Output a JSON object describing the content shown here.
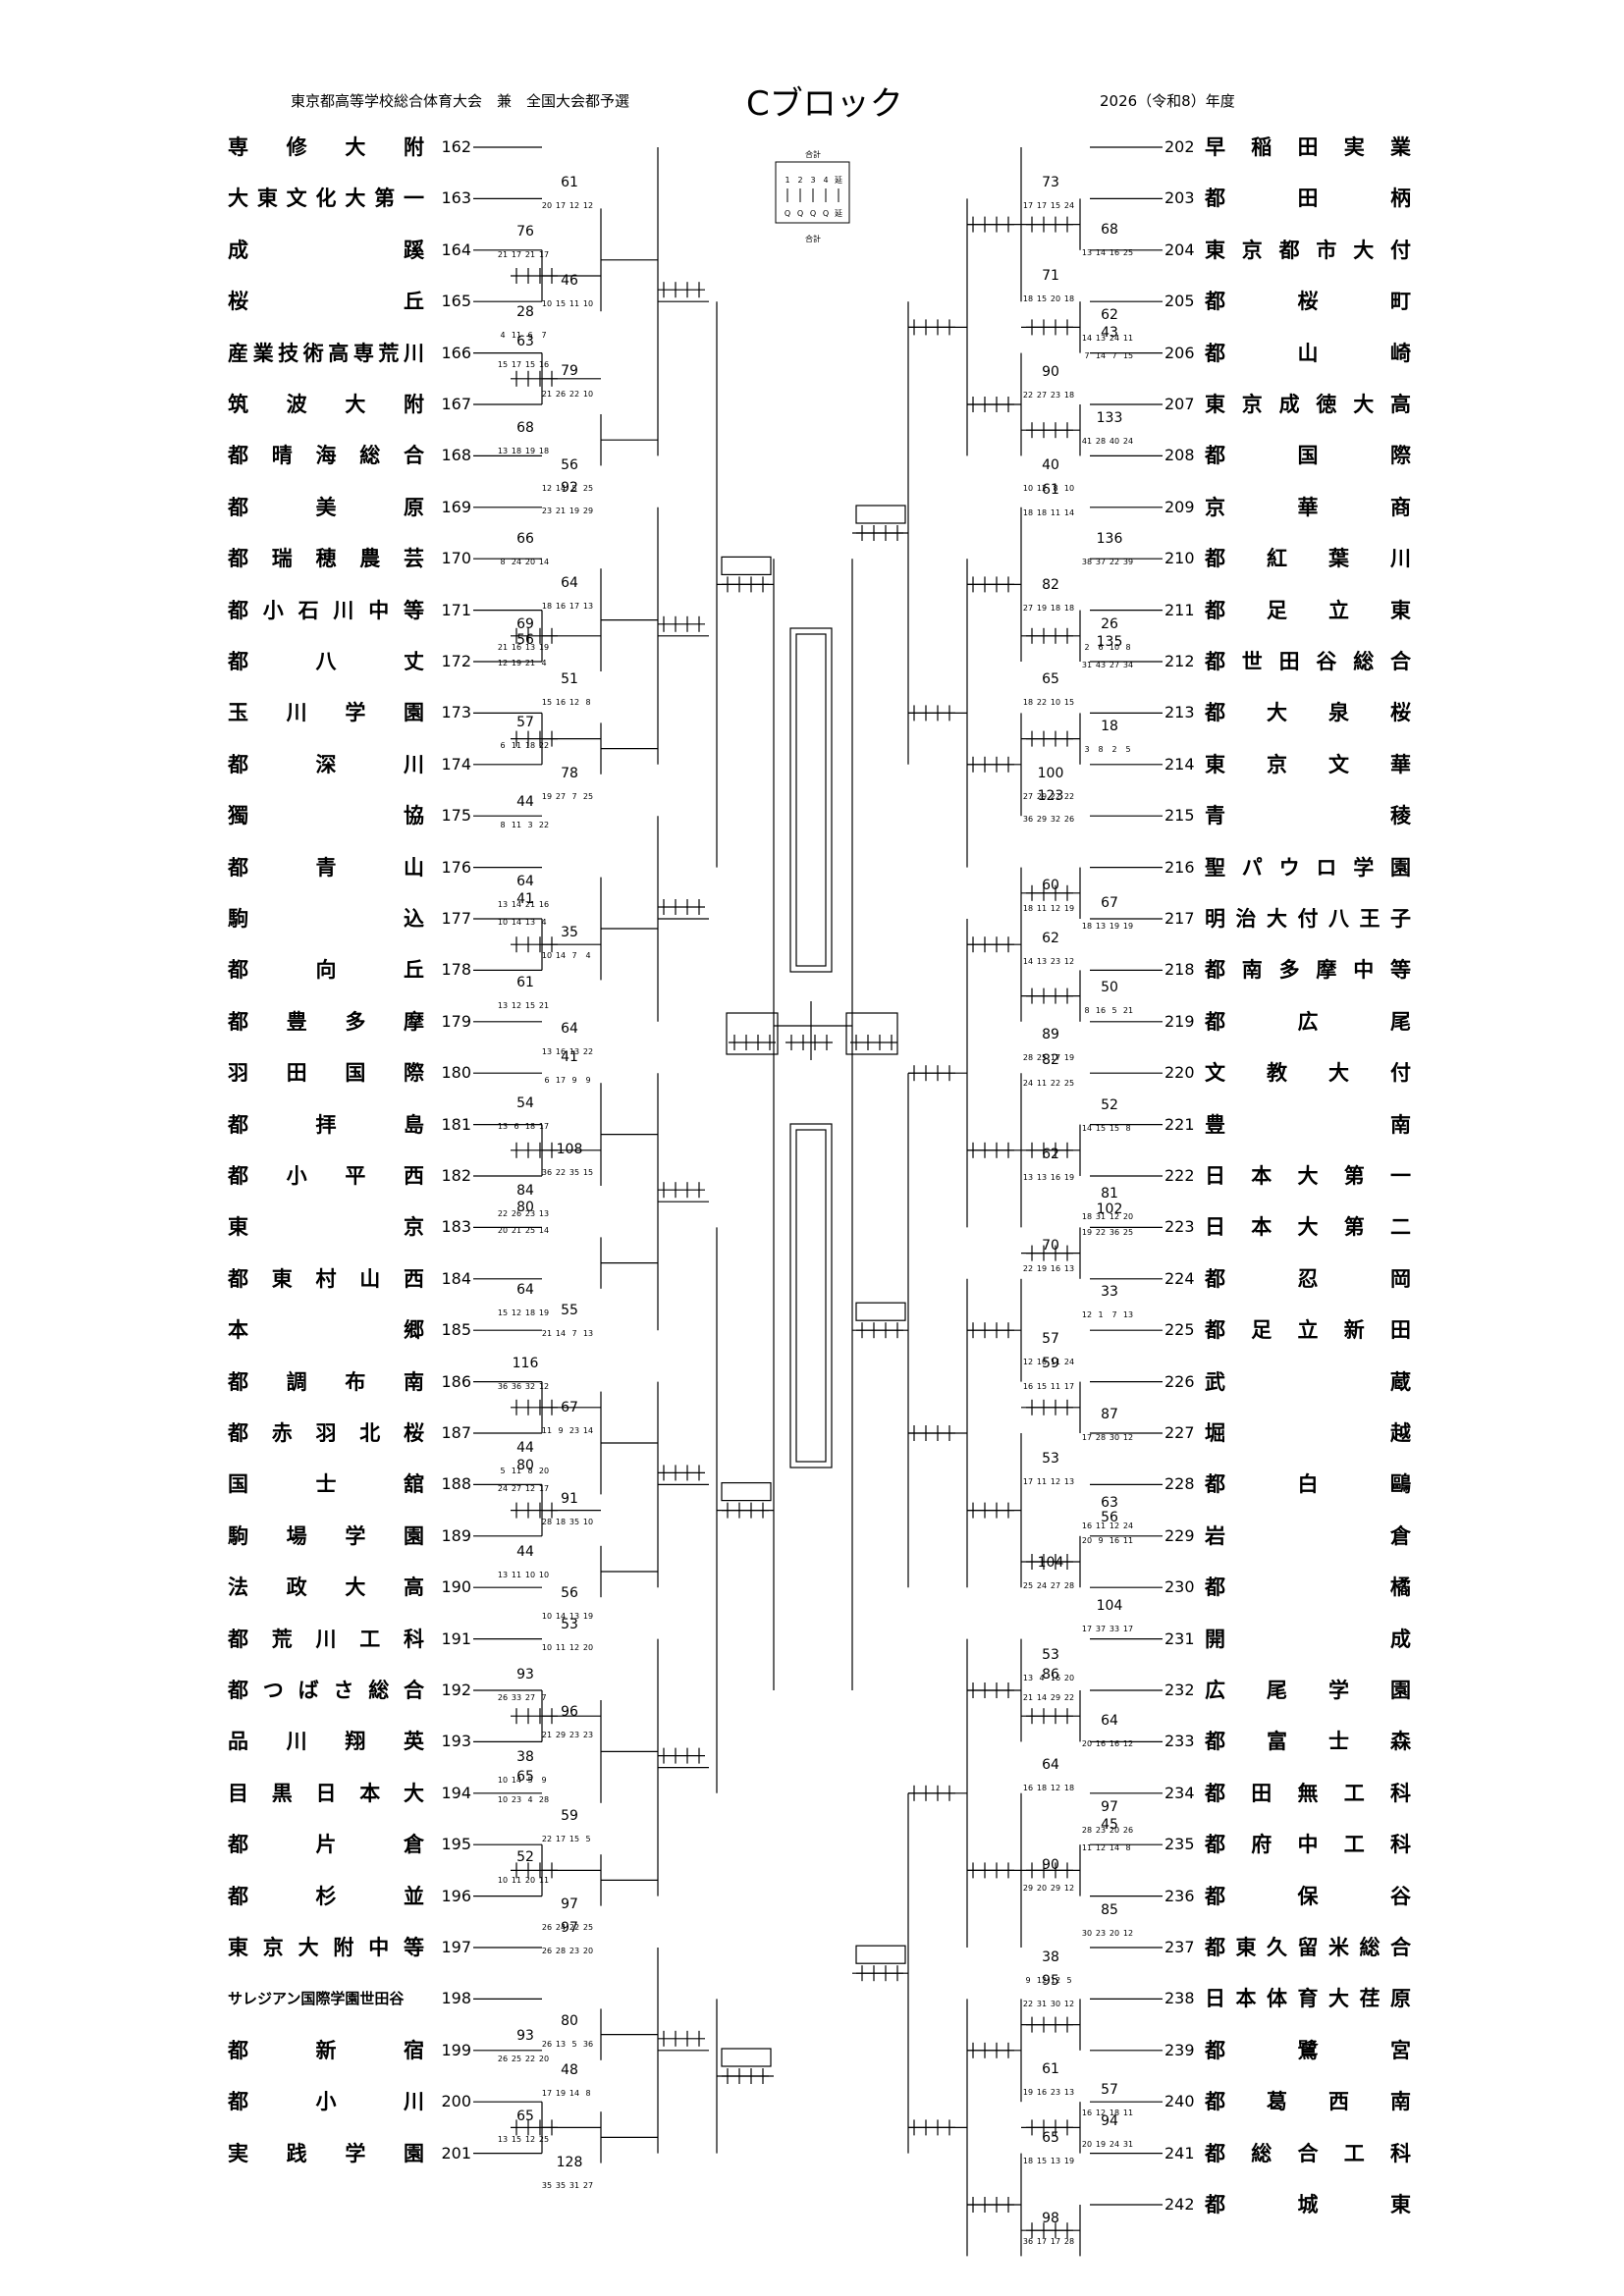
{
  "header": {
    "left": "東京都高等学校総合体育大会　兼　全国大会都予選",
    "title": "Cブロック",
    "right": "2026（令和8）年度"
  },
  "legend": {
    "top": "合計",
    "cols": [
      "1",
      "2",
      "3",
      "4",
      "延"
    ],
    "rows": [
      "Q",
      "Q",
      "Q",
      "Q",
      "延"
    ],
    "bottom": "合計"
  },
  "left_teams": [
    {
      "name": "専修大附",
      "no": "162"
    },
    {
      "name": "大東文化大第一",
      "no": "163"
    },
    {
      "name": "成蹊",
      "no": "164"
    },
    {
      "name": "桜丘",
      "no": "165"
    },
    {
      "name": "産業技術高専荒川",
      "no": "166"
    },
    {
      "name": "筑波大附",
      "no": "167"
    },
    {
      "name": "都晴海総合",
      "no": "168"
    },
    {
      "name": "都美原",
      "no": "169"
    },
    {
      "name": "都瑞穂農芸",
      "no": "170"
    },
    {
      "name": "都小石川中等",
      "no": "171"
    },
    {
      "name": "都八丈",
      "no": "172"
    },
    {
      "name": "玉川学園",
      "no": "173"
    },
    {
      "name": "都深川",
      "no": "174"
    },
    {
      "name": "獨協",
      "no": "175"
    },
    {
      "name": "都青山",
      "no": "176"
    },
    {
      "name": "駒込",
      "no": "177"
    },
    {
      "name": "都向丘",
      "no": "178"
    },
    {
      "name": "都豊多摩",
      "no": "179"
    },
    {
      "name": "羽田国際",
      "no": "180"
    },
    {
      "name": "都拝島",
      "no": "181"
    },
    {
      "name": "都小平西",
      "no": "182"
    },
    {
      "name": "東京",
      "no": "183"
    },
    {
      "name": "都東村山西",
      "no": "184"
    },
    {
      "name": "本郷",
      "no": "185"
    },
    {
      "name": "都調布南",
      "no": "186"
    },
    {
      "name": "都赤羽北桜",
      "no": "187"
    },
    {
      "name": "国士舘",
      "no": "188"
    },
    {
      "name": "駒場学園",
      "no": "189"
    },
    {
      "name": "法政大高",
      "no": "190"
    },
    {
      "name": "都荒川工科",
      "no": "191"
    },
    {
      "name": "都つばさ総合",
      "no": "192"
    },
    {
      "name": "品川翔英",
      "no": "193"
    },
    {
      "name": "目黒日本大",
      "no": "194"
    },
    {
      "name": "都片倉",
      "no": "195"
    },
    {
      "name": "都杉並",
      "no": "196"
    },
    {
      "name": "東京大附中等",
      "no": "197"
    },
    {
      "name": "サレジアン国際学園世田谷",
      "no": "198"
    },
    {
      "name": "都新宿",
      "no": "199"
    },
    {
      "name": "都小川",
      "no": "200"
    },
    {
      "name": "実践学園",
      "no": "201"
    }
  ],
  "right_teams": [
    {
      "name": "早稲田実業",
      "no": "202"
    },
    {
      "name": "都田柄",
      "no": "203"
    },
    {
      "name": "東京都市大付",
      "no": "204"
    },
    {
      "name": "都桜町",
      "no": "205"
    },
    {
      "name": "都山崎",
      "no": "206"
    },
    {
      "name": "東京成徳大高",
      "no": "207"
    },
    {
      "name": "都国際",
      "no": "208"
    },
    {
      "name": "京華商",
      "no": "209"
    },
    {
      "name": "都紅葉川",
      "no": "210"
    },
    {
      "name": "都足立東",
      "no": "211"
    },
    {
      "name": "都世田谷総合",
      "no": "212"
    },
    {
      "name": "都大泉桜",
      "no": "213"
    },
    {
      "name": "東京文華",
      "no": "214"
    },
    {
      "name": "青稜",
      "no": "215"
    },
    {
      "name": "聖パウロ学園",
      "no": "216"
    },
    {
      "name": "明治大付八王子",
      "no": "217"
    },
    {
      "name": "都南多摩中等",
      "no": "218"
    },
    {
      "name": "都広尾",
      "no": "219"
    },
    {
      "name": "文教大付",
      "no": "220"
    },
    {
      "name": "豊南",
      "no": "221"
    },
    {
      "name": "日本大第一",
      "no": "222"
    },
    {
      "name": "日本大第二",
      "no": "223"
    },
    {
      "name": "都忍岡",
      "no": "224"
    },
    {
      "name": "都足立新田",
      "no": "225"
    },
    {
      "name": "武蔵",
      "no": "226"
    },
    {
      "name": "堀越",
      "no": "227"
    },
    {
      "name": "都白鷗",
      "no": "228"
    },
    {
      "name": "岩倉",
      "no": "229"
    },
    {
      "name": "都橘",
      "no": "230"
    },
    {
      "name": "開成",
      "no": "231"
    },
    {
      "name": "広尾学園",
      "no": "232"
    },
    {
      "name": "都富士森",
      "no": "233"
    },
    {
      "name": "都田無工科",
      "no": "234"
    },
    {
      "name": "都府中工科",
      "no": "235"
    },
    {
      "name": "都保谷",
      "no": "236"
    },
    {
      "name": "都東久留米総合",
      "no": "237"
    },
    {
      "name": "日本体育大荏原",
      "no": "238"
    },
    {
      "name": "都鷺宮",
      "no": "239"
    },
    {
      "name": "都葛西南",
      "no": "240"
    },
    {
      "name": "都総合工科",
      "no": "241"
    },
    {
      "name": "都城東",
      "no": "242"
    }
  ],
  "left_scores": [
    {
      "rank": 2,
      "score": "61",
      "q": [
        "20",
        "17",
        "12",
        "12"
      ],
      "winner": 2
    },
    {
      "rank": 3,
      "score": "76",
      "q": [
        "21",
        "17",
        "21",
        "17"
      ],
      "winner": 2
    },
    {
      "rank": 3,
      "score": "28",
      "q": [
        "4",
        "11",
        "6",
        "7"
      ],
      "winner": 0
    },
    {
      "rank": 2,
      "score": "46",
      "q": [
        "10",
        "15",
        "11",
        "10"
      ],
      "winner": 0
    },
    {
      "rank": 2,
      "score": "63",
      "q": [
        "15",
        "17",
        "15",
        "16"
      ],
      "winner": 0
    },
    {
      "rank": 3,
      "score": "68",
      "q": [
        "13",
        "18",
        "19",
        "18"
      ],
      "winner": 0
    },
    {
      "rank": 2,
      "score": "79",
      "q": [
        "21",
        "26",
        "22",
        "10"
      ],
      "winner": 6
    },
    {
      "rank": 2,
      "score": "56",
      "q": [
        "12",
        "14",
        "5",
        "25"
      ],
      "winner": 0
    },
    {
      "rank": 2,
      "score": "92",
      "q": [
        "23",
        "21",
        "19",
        "29"
      ],
      "winner": 8
    },
    {
      "rank": 3,
      "score": "66",
      "q": [
        "8",
        "24",
        "20",
        "14"
      ],
      "winner": 9
    },
    {
      "rank": 3,
      "score": "69",
      "q": [
        "21",
        "16",
        "13",
        "19"
      ],
      "winner": 10
    },
    {
      "rank": 2,
      "score": "64",
      "q": [
        "18",
        "16",
        "17",
        "13"
      ],
      "winner": 0
    },
    {
      "rank": 3,
      "score": "56",
      "q": [
        "12",
        "19",
        "21",
        "4"
      ],
      "winner": 12
    },
    {
      "rank": 3,
      "score": "57",
      "q": [
        "6",
        "11",
        "18",
        "22"
      ],
      "winner": 12
    },
    {
      "rank": 2,
      "score": "51",
      "q": [
        "15",
        "16",
        "12",
        "8"
      ],
      "winner": 0
    },
    {
      "rank": 2,
      "score": "78",
      "q": [
        "19",
        "27",
        "7",
        "25"
      ],
      "winner": 13
    },
    {
      "rank": 3,
      "score": "44",
      "q": [
        "8",
        "11",
        "3",
        "22"
      ],
      "winner": 0
    },
    {
      "rank": 3,
      "score": "64",
      "q": [
        "13",
        "14",
        "21",
        "16"
      ],
      "winner": 15
    },
    {
      "rank": 3,
      "score": "41",
      "q": [
        "10",
        "14",
        "13",
        "4"
      ],
      "winner": 0
    },
    {
      "rank": 3,
      "score": "61",
      "q": [
        "13",
        "12",
        "15",
        "21"
      ],
      "winner": 17
    },
    {
      "rank": 2,
      "score": "35",
      "q": [
        "10",
        "14",
        "7",
        "4"
      ],
      "winner": 0
    },
    {
      "rank": 2,
      "score": "64",
      "q": [
        "13",
        "16",
        "13",
        "22"
      ],
      "winner": 18
    },
    {
      "rank": 2,
      "score": "41",
      "q": [
        "6",
        "17",
        "9",
        "9"
      ],
      "winner": 0
    },
    {
      "rank": 3,
      "score": "54",
      "q": [
        "13",
        "6",
        "18",
        "17"
      ],
      "winner": 0
    },
    {
      "rank": 3,
      "score": "84",
      "q": [
        "22",
        "26",
        "23",
        "13"
      ],
      "winner": 21
    },
    {
      "rank": 2,
      "score": "108",
      "q": [
        "36",
        "22",
        "35",
        "15"
      ],
      "winner": 21
    },
    {
      "rank": 3,
      "score": "80",
      "q": [
        "20",
        "21",
        "25",
        "14"
      ],
      "winner": 22
    },
    {
      "rank": 3,
      "score": "64",
      "q": [
        "15",
        "12",
        "18",
        "19"
      ],
      "winner": 0
    },
    {
      "rank": 2,
      "score": "55",
      "q": [
        "21",
        "14",
        "7",
        "13"
      ],
      "winner": 0
    },
    {
      "rank": 3,
      "score": "116",
      "q": [
        "36",
        "36",
        "32",
        "12"
      ],
      "winner": 25
    },
    {
      "rank": 3,
      "score": "44",
      "q": [
        "5",
        "11",
        "8",
        "20"
      ],
      "winner": 0
    },
    {
      "rank": 2,
      "score": "67",
      "q": [
        "11",
        "9",
        "23",
        "14"
      ],
      "winner": 25
    },
    {
      "rank": 3,
      "score": "80",
      "q": [
        "24",
        "27",
        "12",
        "17"
      ],
      "winner": 0
    },
    {
      "rank": 3,
      "score": "44",
      "q": [
        "13",
        "11",
        "10",
        "10"
      ],
      "winner": 28
    },
    {
      "rank": 2,
      "score": "91",
      "q": [
        "28",
        "18",
        "35",
        "10"
      ],
      "winner": 28
    },
    {
      "rank": 2,
      "score": "56",
      "q": [
        "10",
        "14",
        "13",
        "19"
      ],
      "winner": 0
    },
    {
      "rank": 2,
      "score": "53",
      "q": [
        "10",
        "11",
        "12",
        "20"
      ],
      "winner": 0
    },
    {
      "rank": 3,
      "score": "93",
      "q": [
        "26",
        "33",
        "27",
        "7"
      ],
      "winner": 31
    },
    {
      "rank": 3,
      "score": "38",
      "q": [
        "10",
        "14",
        "5",
        "9"
      ],
      "winner": 0
    },
    {
      "rank": 2,
      "score": "96",
      "q": [
        "21",
        "29",
        "23",
        "23"
      ],
      "winner": 31
    },
    {
      "rank": 3,
      "score": "65",
      "q": [
        "10",
        "23",
        "4",
        "28"
      ],
      "winner": 0
    },
    {
      "rank": 3,
      "score": "52",
      "q": [
        "10",
        "11",
        "20",
        "11"
      ],
      "winner": 0
    },
    {
      "rank": 2,
      "score": "59",
      "q": [
        "22",
        "17",
        "15",
        "5"
      ],
      "winner": 0
    },
    {
      "rank": 2,
      "score": "97",
      "q": [
        "26",
        "24",
        "22",
        "25"
      ],
      "winner": 35
    },
    {
      "rank": 2,
      "score": "97",
      "q": [
        "26",
        "28",
        "23",
        "20"
      ],
      "winner": 36
    },
    {
      "rank": 2,
      "score": "80",
      "q": [
        "26",
        "13",
        "5",
        "36"
      ],
      "winner": 0
    },
    {
      "rank": 3,
      "score": "93",
      "q": [
        "26",
        "25",
        "22",
        "20"
      ],
      "winner": 38
    },
    {
      "rank": 3,
      "score": "65",
      "q": [
        "13",
        "15",
        "12",
        "25"
      ],
      "winner": 0
    },
    {
      "rank": 2,
      "score": "48",
      "q": [
        "17",
        "19",
        "14",
        "8"
      ],
      "winner": 0
    },
    {
      "rank": 2,
      "score": "128",
      "q": [
        "35",
        "35",
        "31",
        "27"
      ],
      "winner": 40
    }
  ],
  "right_scores": [
    {
      "score": "73",
      "q": [
        "17",
        "17",
        "15",
        "24"
      ]
    },
    {
      "score": "71",
      "q": [
        "18",
        "15",
        "20",
        "18"
      ]
    },
    {
      "score": "68",
      "q": [
        "13",
        "14",
        "16",
        "25"
      ]
    },
    {
      "score": "62",
      "q": [
        "14",
        "13",
        "24",
        "11"
      ]
    },
    {
      "score": "43",
      "q": [
        "7",
        "14",
        "7",
        "15"
      ]
    },
    {
      "score": "133",
      "q": [
        "41",
        "28",
        "40",
        "24"
      ]
    },
    {
      "score": "90",
      "q": [
        "22",
        "27",
        "23",
        "18"
      ]
    },
    {
      "score": "40",
      "q": [
        "10",
        "12",
        "8",
        "10"
      ]
    },
    {
      "score": "61",
      "q": [
        "18",
        "18",
        "11",
        "14"
      ]
    },
    {
      "score": "82",
      "q": [
        "27",
        "19",
        "18",
        "18"
      ]
    },
    {
      "score": "136",
      "q": [
        "38",
        "37",
        "22",
        "39"
      ]
    },
    {
      "score": "26",
      "q": [
        "2",
        "6",
        "10",
        "8"
      ]
    },
    {
      "score": "135",
      "q": [
        "31",
        "43",
        "27",
        "34"
      ]
    },
    {
      "score": "18",
      "q": [
        "3",
        "8",
        "2",
        "5"
      ]
    },
    {
      "score": "65",
      "q": [
        "18",
        "22",
        "10",
        "15"
      ]
    },
    {
      "score": "100",
      "q": [
        "27",
        "29",
        "22",
        "22"
      ]
    },
    {
      "score": "123",
      "q": [
        "36",
        "29",
        "32",
        "26"
      ]
    },
    {
      "score": "60",
      "q": [
        "18",
        "11",
        "12",
        "19"
      ]
    },
    {
      "score": "67",
      "q": [
        "18",
        "13",
        "19",
        "19"
      ]
    },
    {
      "score": "50",
      "q": [
        "8",
        "16",
        "5",
        "21"
      ]
    },
    {
      "score": "62",
      "q": [
        "14",
        "13",
        "23",
        "12"
      ]
    },
    {
      "score": "89",
      "q": [
        "28",
        "25",
        "17",
        "19"
      ]
    },
    {
      "score": "82",
      "q": [
        "24",
        "11",
        "22",
        "25"
      ]
    },
    {
      "score": "62",
      "q": [
        "13",
        "13",
        "16",
        "19"
      ]
    },
    {
      "score": "52",
      "q": [
        "14",
        "15",
        "15",
        "8"
      ]
    },
    {
      "score": "81",
      "q": [
        "18",
        "31",
        "12",
        "20"
      ]
    },
    {
      "score": "102",
      "q": [
        "19",
        "22",
        "36",
        "25"
      ]
    },
    {
      "score": "33",
      "q": [
        "12",
        "1",
        "7",
        "13"
      ]
    },
    {
      "score": "70",
      "q": [
        "22",
        "19",
        "16",
        "13"
      ]
    },
    {
      "score": "57",
      "q": [
        "12",
        "10",
        "11",
        "24"
      ]
    },
    {
      "score": "59",
      "q": [
        "16",
        "15",
        "11",
        "17"
      ]
    },
    {
      "score": "53",
      "q": [
        "17",
        "11",
        "12",
        "13"
      ]
    },
    {
      "score": "87",
      "q": [
        "17",
        "28",
        "30",
        "12"
      ]
    },
    {
      "score": "63",
      "q": [
        "16",
        "11",
        "12",
        "24"
      ]
    },
    {
      "score": "56",
      "q": [
        "20",
        "9",
        "16",
        "11"
      ]
    },
    {
      "score": "104",
      "q": [
        "17",
        "37",
        "33",
        "17"
      ]
    },
    {
      "score": "104",
      "q": [
        "25",
        "24",
        "27",
        "28"
      ]
    },
    {
      "score": "53",
      "q": [
        "13",
        "4",
        "16",
        "20"
      ]
    },
    {
      "score": "86",
      "q": [
        "21",
        "14",
        "29",
        "22"
      ]
    },
    {
      "score": "64",
      "q": [
        "16",
        "18",
        "12",
        "18"
      ]
    },
    {
      "score": "64",
      "q": [
        "20",
        "16",
        "16",
        "12"
      ]
    },
    {
      "score": "97",
      "q": [
        "28",
        "23",
        "20",
        "26"
      ]
    },
    {
      "score": "45",
      "q": [
        "11",
        "12",
        "14",
        "8"
      ]
    },
    {
      "score": "85",
      "q": [
        "30",
        "23",
        "20",
        "12"
      ]
    },
    {
      "score": "90",
      "q": [
        "29",
        "20",
        "29",
        "12"
      ]
    },
    {
      "score": "38",
      "q": [
        "9",
        "12",
        "12",
        "5"
      ]
    },
    {
      "score": "95",
      "q": [
        "22",
        "31",
        "30",
        "12"
      ]
    },
    {
      "score": "61",
      "q": [
        "19",
        "16",
        "23",
        "13"
      ]
    },
    {
      "score": "57",
      "q": [
        "16",
        "12",
        "18",
        "11"
      ]
    },
    {
      "score": "94",
      "q": [
        "20",
        "19",
        "24",
        "31"
      ]
    },
    {
      "score": "65",
      "q": [
        "18",
        "15",
        "13",
        "19"
      ]
    },
    {
      "score": "98",
      "q": [
        "36",
        "17",
        "17",
        "28"
      ]
    }
  ]
}
